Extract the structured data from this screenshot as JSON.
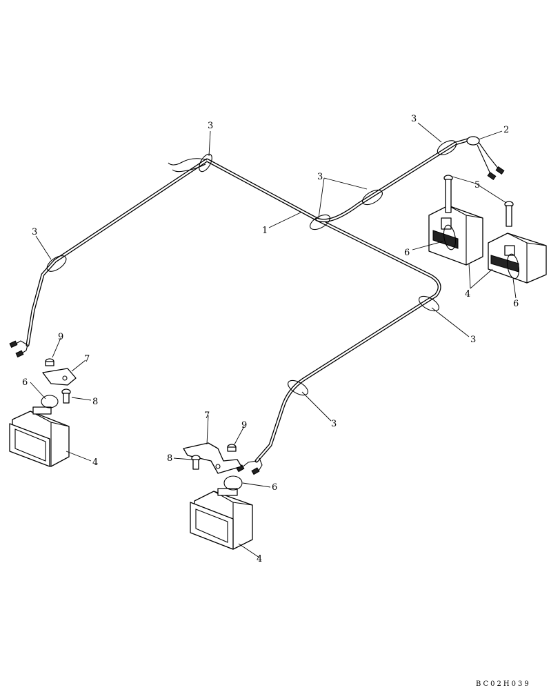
{
  "diagram": {
    "figure_id": "BC02H039",
    "callouts": {
      "wire_harness": "1",
      "connector": "2",
      "clip": "3",
      "lamp": "4",
      "bolt_long": "5",
      "lamp_clamp": "6",
      "bracket": "7",
      "bolt": "8",
      "nut": "9"
    }
  }
}
